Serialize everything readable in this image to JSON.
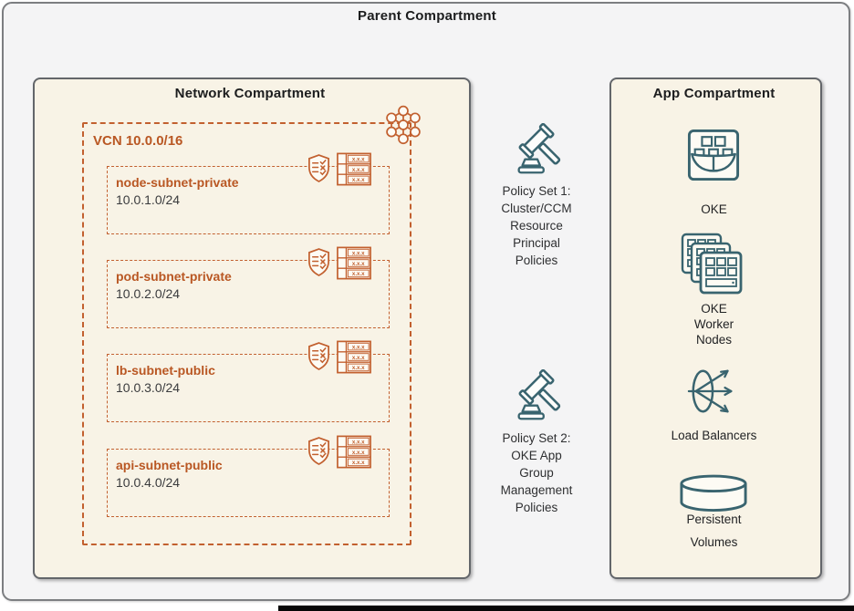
{
  "parent": {
    "title": "Parent Compartment"
  },
  "network": {
    "title": "Network Compartment",
    "vcn": {
      "label": "VCN 10.0.0/16",
      "subnets": [
        {
          "name": "node-subnet-private",
          "cidr": "10.0.1.0/24"
        },
        {
          "name": "pod-subnet-private",
          "cidr": "10.0.2.0/24"
        },
        {
          "name": "lb-subnet-public",
          "cidr": "10.0.3.0/24"
        },
        {
          "name": "api-subnet-public",
          "cidr": "10.0.4.0/24"
        }
      ]
    }
  },
  "policies": [
    {
      "lines": [
        "Policy Set 1:",
        "Cluster/CCM",
        "Resource",
        "Principal",
        "Policies"
      ]
    },
    {
      "lines": [
        "Policy Set 2:",
        "OKE App",
        "Group",
        "Management",
        "Policies"
      ]
    }
  ],
  "app": {
    "title": "App Compartment",
    "items": [
      {
        "label": "OKE"
      },
      {
        "lines": [
          "OKE",
          "Worker",
          "Nodes"
        ]
      },
      {
        "label": "Load Balancers"
      },
      {
        "lines": [
          "Persistent",
          "Volumes"
        ]
      }
    ]
  },
  "icons": {
    "vcn": "vcn-network-icon",
    "security_list": "security-list-shield-icon",
    "route_table": "route-table-icon",
    "policy": "gavel-icon",
    "oke": "oke-container-ship-icon",
    "worker_nodes": "worker-nodes-stack-icon",
    "load_balancer": "load-balancer-icon",
    "persistent_volume": "storage-cylinder-icon",
    "route_cell": "x.x.x"
  },
  "colors": {
    "orange": "#c2602f",
    "orange_text": "#b95723",
    "teal": "#39646f",
    "compartment_fill": "#f8f3e6",
    "outer_fill": "#f4f4f5",
    "border_gray": "#63666a"
  }
}
